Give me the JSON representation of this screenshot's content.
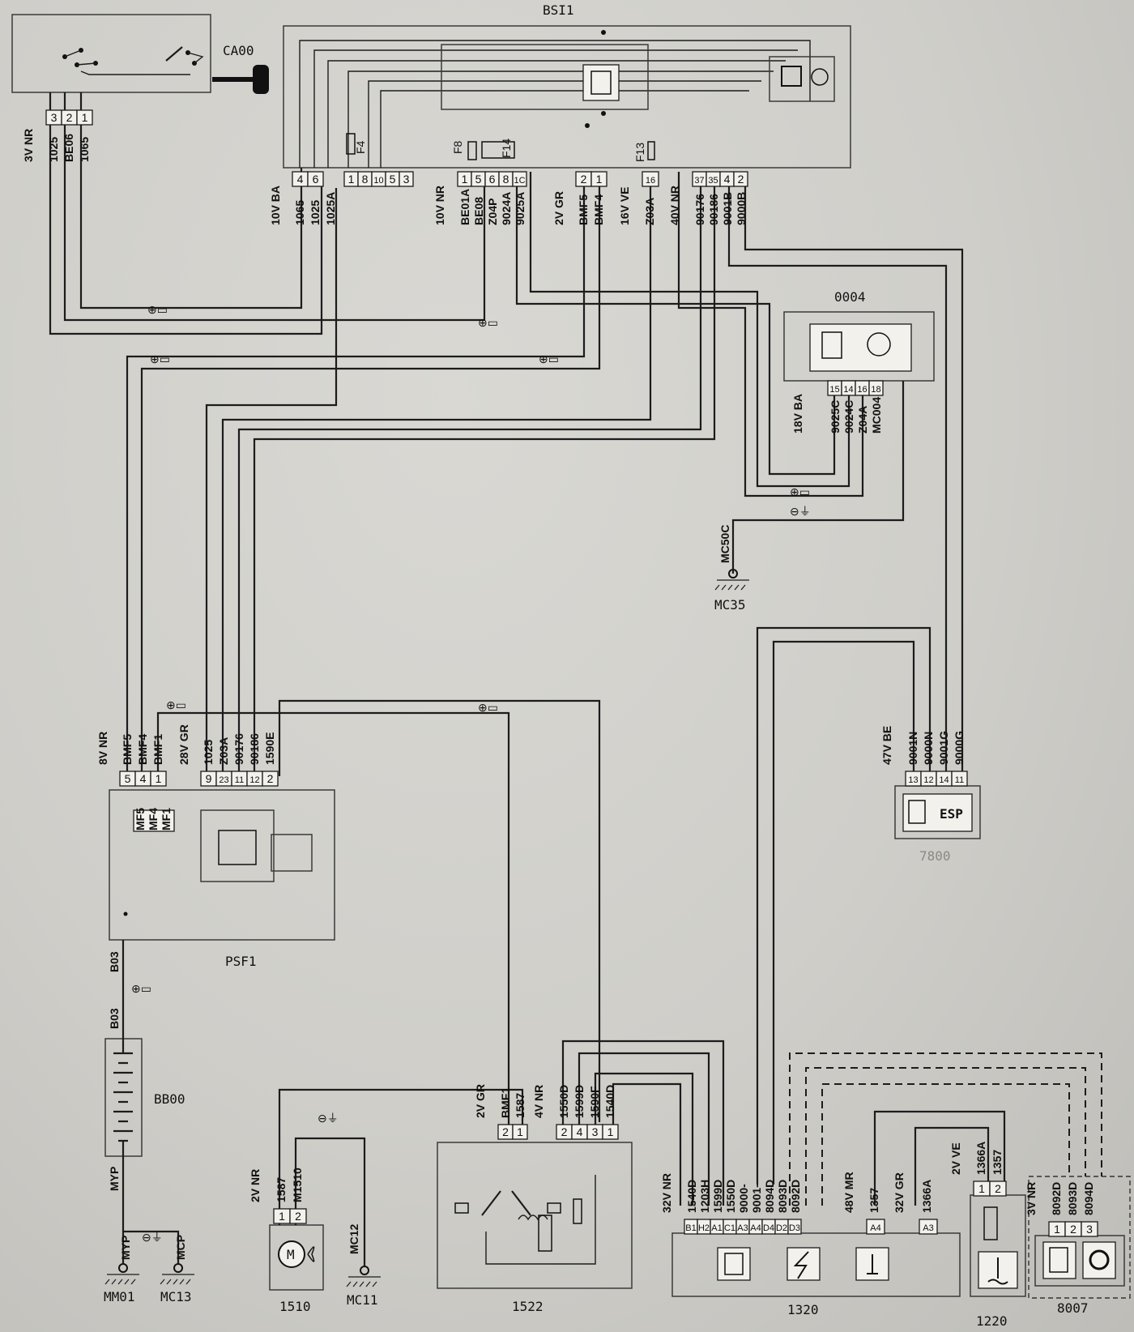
{
  "components": {
    "bsi": "BSI1",
    "ignition_switch": "CA00",
    "module_0004": "0004",
    "ground_mc35": "MC35",
    "ground_wire_mc50c": "MC50C",
    "esp_unit": "7800",
    "esp_label": "ESP",
    "psf": "PSF1",
    "battery": "BB00",
    "ground_mm01": "MM01",
    "ground_mc13": "MC13",
    "fan_motor": "1510",
    "motor_letter": "M",
    "ground_mc11": "MC11",
    "ground_mc12": "MC12",
    "relay_box": "1522",
    "ecu": "1320",
    "coolant_sensor": "1220",
    "unit_8007": "8007"
  },
  "fuses": [
    "F4",
    "F8",
    "F14",
    "F13"
  ],
  "psf_fuses": [
    "MF5",
    "MF4",
    "MF1"
  ],
  "connectors": [
    {
      "id": "ca00",
      "title": "3V NR",
      "pins": [
        "3",
        "2",
        "1"
      ],
      "wires": [
        "1025",
        "BE06",
        "1065"
      ]
    },
    {
      "id": "bsi-a",
      "title": "10V BA",
      "pins": [
        "4",
        "6"
      ],
      "wires": [
        "1065",
        "1025",
        "1025A"
      ]
    },
    {
      "id": "bsi-b",
      "title": "",
      "pins": [
        "1",
        "8",
        "10",
        "5",
        "3"
      ],
      "wires": []
    },
    {
      "id": "bsi-c",
      "title": "10V NR",
      "pins": [
        "1",
        "5",
        "6",
        "8",
        "1C"
      ],
      "wires": [
        "BE01A",
        "BE08",
        "Z04P",
        "9024A",
        "9025A"
      ]
    },
    {
      "id": "bsi-d",
      "title": "2V GR",
      "pins": [
        "2",
        "1"
      ],
      "wires": [
        "BMF5",
        "BMF4"
      ]
    },
    {
      "id": "bsi-e",
      "title": "16V VE",
      "pins": [
        "16"
      ],
      "wires": [
        "Z03A"
      ]
    },
    {
      "id": "bsi-f",
      "title": "40V NR",
      "pins": [
        "37",
        "35",
        "4",
        "2"
      ],
      "wires": [
        "90176",
        "90186",
        "9001B",
        "9000B"
      ]
    },
    {
      "id": "m0004",
      "title": "18V BA",
      "pins": [
        "15",
        "14",
        "16",
        "18"
      ],
      "wires": [
        "9025C",
        "9024C",
        "Z04A",
        "MC004"
      ]
    },
    {
      "id": "esp",
      "title": "47V BE",
      "pins": [
        "13",
        "12",
        "14",
        "11"
      ],
      "wires": [
        "9001N",
        "9000N",
        "9001G",
        "9000G"
      ]
    },
    {
      "id": "psf-a",
      "title": "8V NR",
      "pins": [
        "5",
        "4",
        "1"
      ],
      "wires": [
        "BMF5",
        "BMF4",
        "BMF1"
      ]
    },
    {
      "id": "psf-b",
      "title": "28V GR",
      "pins": [
        "9",
        "23",
        "11",
        "12",
        "2"
      ],
      "wires": [
        "1025",
        "Z03A",
        "90176",
        "90186",
        "1590E"
      ]
    },
    {
      "id": "fan",
      "title": "2V NR",
      "pins": [
        "1",
        "2"
      ],
      "wires": [
        "1587",
        "M1510"
      ]
    },
    {
      "id": "relay-a",
      "title": "2V GR",
      "pins": [
        "2",
        "1"
      ],
      "wires": [
        "BMF1",
        "1587"
      ]
    },
    {
      "id": "relay-b",
      "title": "4V NR",
      "pins": [
        "2",
        "4",
        "3",
        "1"
      ],
      "wires": [
        "1550D",
        "1599D",
        "1590F",
        "1540D"
      ]
    },
    {
      "id": "ecu-a",
      "title": "32V NR",
      "pins": [
        "B1",
        "H2",
        "A1",
        "C1",
        "A3",
        "A4",
        "D4",
        "D2",
        "D3"
      ],
      "wires": [
        "1540D",
        "1203H",
        "1599D",
        "1550D",
        "9000-",
        "9001-",
        "8094D",
        "8093D",
        "8092D"
      ]
    },
    {
      "id": "ecu-b",
      "title": "48V MR",
      "pins": [
        "A4"
      ],
      "wires": [
        "1357"
      ]
    },
    {
      "id": "ecu-c",
      "title": "32V GR",
      "pins": [
        "A3"
      ],
      "wires": [
        "1366A"
      ]
    },
    {
      "id": "sensor",
      "title": "2V VE",
      "pins": [
        "1",
        "2"
      ],
      "wires": [
        "1366A",
        "1357"
      ]
    },
    {
      "id": "u8007",
      "title": "3V NR",
      "pins": [
        "1",
        "2",
        "3"
      ],
      "wires": [
        "8092D",
        "8093D",
        "8094D"
      ]
    }
  ],
  "ground_wires": {
    "mm01": "MYP",
    "mc13": "MCP"
  },
  "battery_wires": {
    "top1": "B03",
    "top2": "B03",
    "bottom": "MYP"
  },
  "symbols": {
    "plus_batt": "⊕▭",
    "minus": "⊖⏚"
  }
}
